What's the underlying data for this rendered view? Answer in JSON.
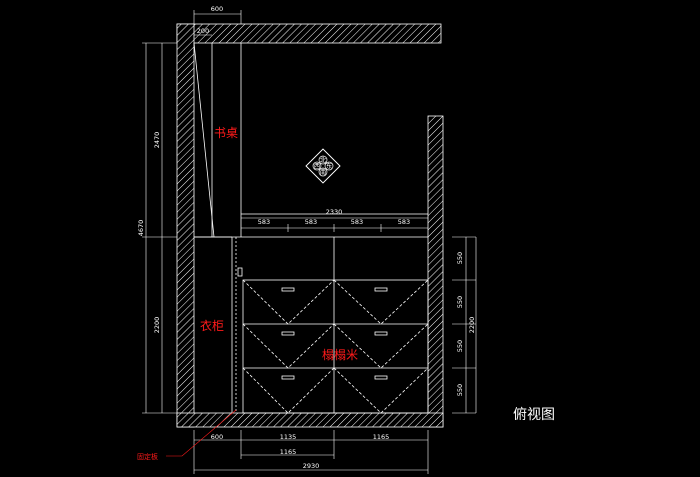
{
  "labels": {
    "desk": "书桌",
    "wardrobe": "衣柜",
    "tatami": "榻榻米",
    "view_title": "俯视图",
    "fixed_board": "固定板"
  },
  "compass": {
    "n": "北",
    "s": "南",
    "e": "东",
    "w": "西"
  },
  "dimensions": {
    "top_width": "600",
    "desk_inner": "200",
    "left_upper": "2470",
    "left_total": "4670",
    "left_lower": "2200",
    "tatami_width": "2330",
    "tatami_segment": "583",
    "right_row": "550",
    "right_total": "2200",
    "bottom_wardrobe": "600",
    "bottom_left": "1135",
    "bottom_right": "1165",
    "bottom_mid": "1165",
    "overall_width": "2930"
  },
  "colors": {
    "background": "#000000",
    "lines": "#ffffff",
    "labels": "#ff1a1a"
  }
}
